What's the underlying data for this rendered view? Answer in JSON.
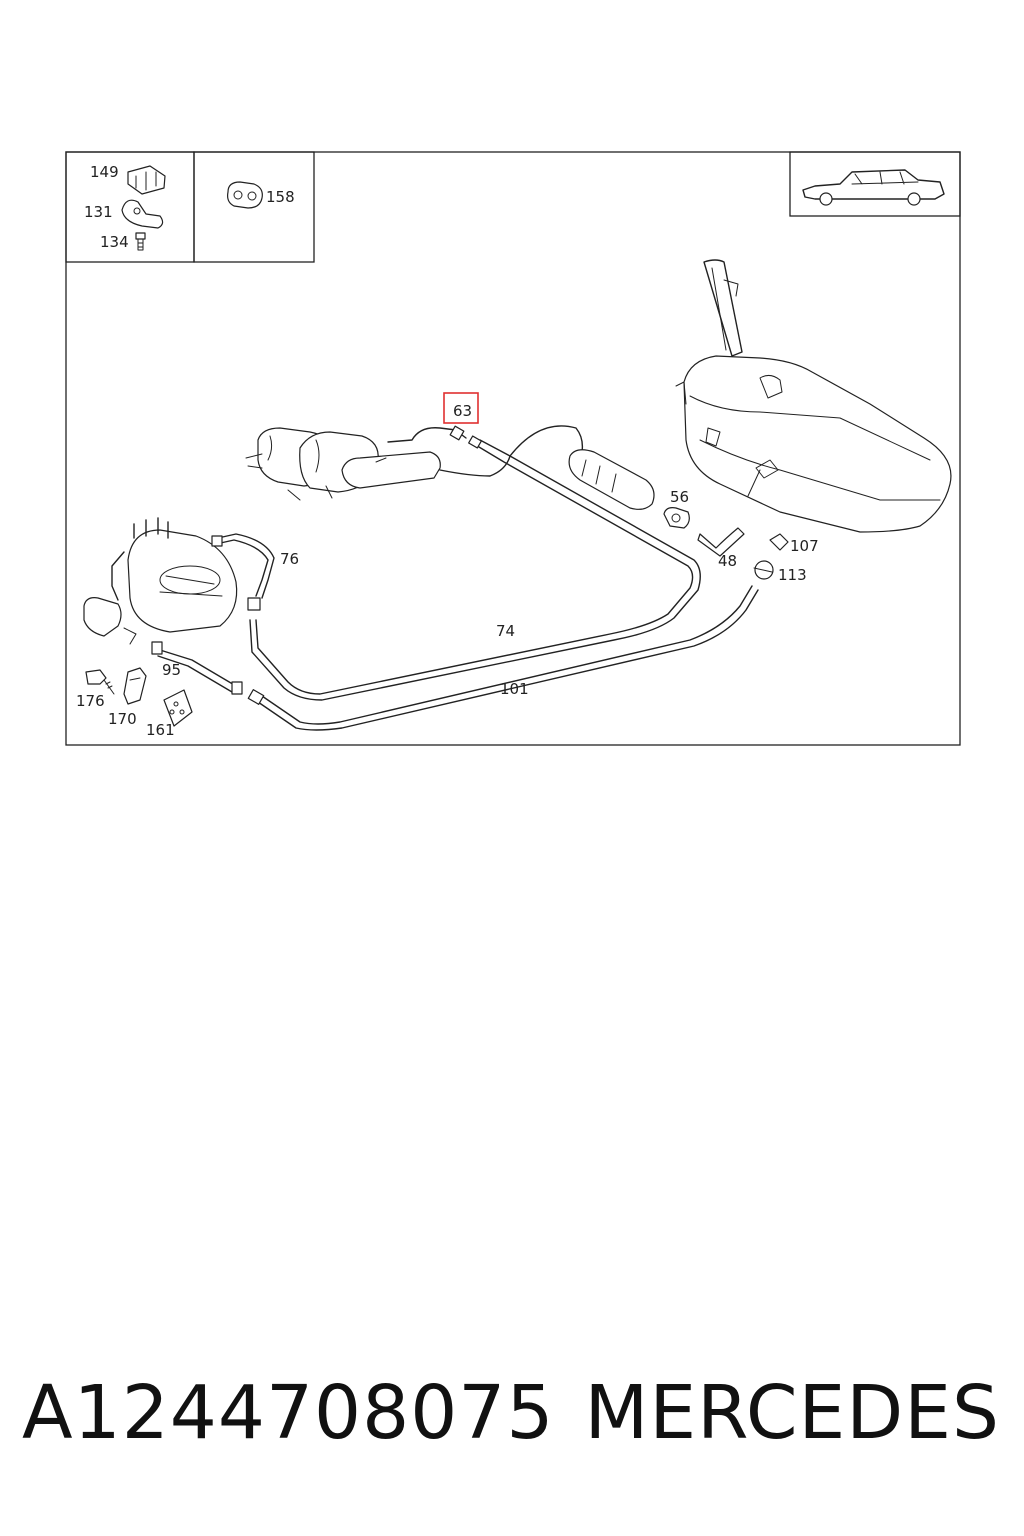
{
  "callouts": {
    "c149": "149",
    "c131": "131",
    "c134": "134",
    "c158": "158",
    "c63": "63",
    "c56": "56",
    "c76": "76",
    "c107": "107",
    "c48": "48",
    "c113": "113",
    "c74": "74",
    "c95": "95",
    "c101": "101",
    "c176": "176",
    "c170": "170",
    "c161": "161"
  },
  "highlight_color": "#e03030",
  "footer": {
    "part_number": "A1244708075",
    "brand": "MERCEDES"
  }
}
